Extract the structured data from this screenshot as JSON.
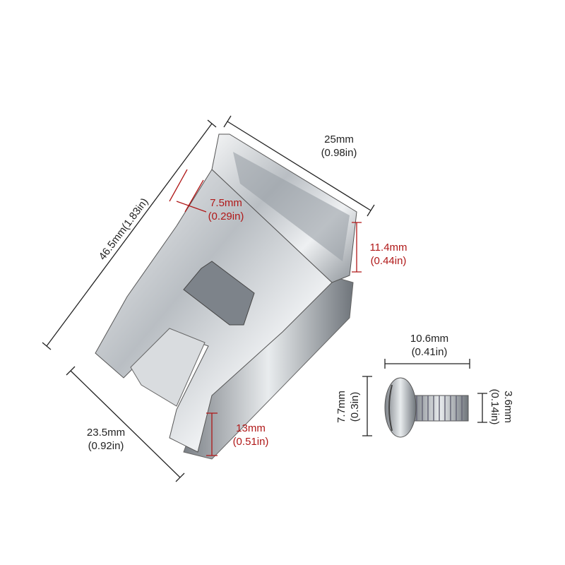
{
  "dimensions": {
    "clip_length": {
      "mm": "46.5mm(1.83in)"
    },
    "clip_top_width": {
      "mm": "25mm",
      "in": "(0.98in)"
    },
    "slot_width": {
      "mm": "7.5mm",
      "in": "(0.29in)"
    },
    "top_height": {
      "mm": "11.4mm",
      "in": "(0.44in)"
    },
    "base_width": {
      "mm": "23.5mm",
      "in": "(0.92in)"
    },
    "hook_height": {
      "mm": "13mm",
      "in": "(0.51in)"
    },
    "screw_length": {
      "mm": "10.6mm",
      "in": "(0.41in)"
    },
    "screw_head": {
      "mm": "7.7mm",
      "in": "(0.3in)"
    },
    "screw_thread": {
      "mm": "3.6mm",
      "in": "(0.14in)"
    }
  },
  "colors": {
    "label": "#222222",
    "accent_label": "#b01818",
    "metal": "#c8ccd0"
  }
}
